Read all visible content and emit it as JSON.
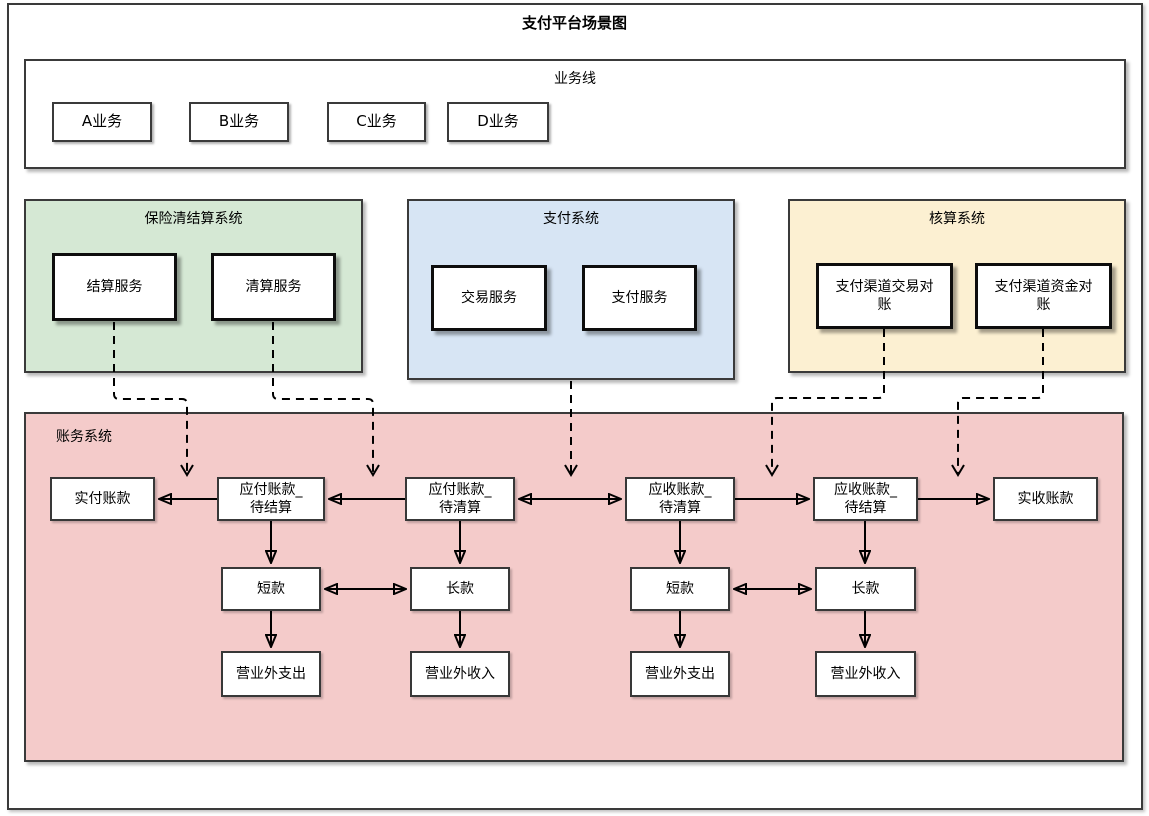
{
  "title": "支付平台场景图",
  "colors": {
    "frame_border": "#3a3a3a",
    "insurance_system_fill": "#d5e8d4",
    "payment_system_fill": "#d7e5f4",
    "reconciliation_system_fill": "#fcf0d2",
    "ledger_system_fill": "#f4cbca",
    "connector": "#000000"
  },
  "business_lane": {
    "label": "业务线",
    "items": [
      "A业务",
      "B业务",
      "C业务",
      "D业务"
    ]
  },
  "systems": {
    "insurance": {
      "title": "保险清结算系统",
      "services": [
        "结算服务",
        "清算服务"
      ]
    },
    "payment": {
      "title": "支付系统",
      "services": [
        "交易服务",
        "支付服务"
      ]
    },
    "reconciliation": {
      "title": "核算系统",
      "services": [
        "支付渠道交易对\n账",
        "支付渠道资金对\n账"
      ]
    }
  },
  "ledger": {
    "title": "账务系统",
    "accounts_row": [
      "实付账款",
      "应付账款_\n待结算",
      "应付账款_\n待清算",
      "应收账款_\n待清算",
      "应收账款_\n待结算",
      "实收账款"
    ],
    "balance_row": [
      "短款",
      "长款",
      "短款",
      "长款"
    ],
    "result_row": [
      "营业外支出",
      "营业外收入",
      "营业外支出",
      "营业外收入"
    ]
  }
}
